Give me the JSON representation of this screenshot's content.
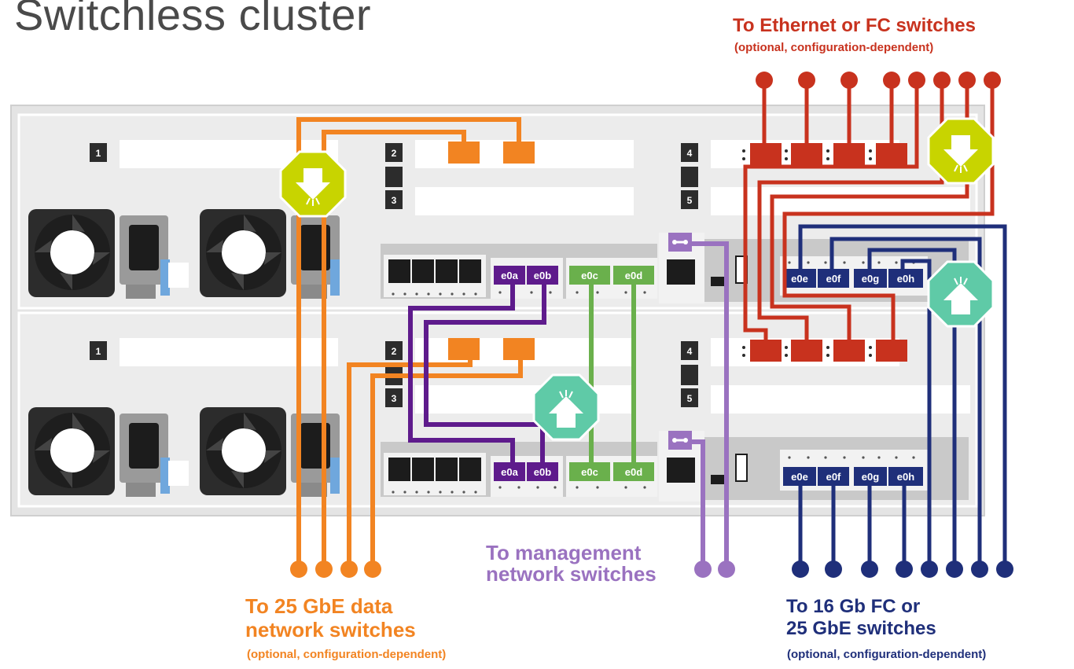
{
  "title": "Switchless cluster",
  "callouts": {
    "ethernet_fc": {
      "title": "To Ethernet or FC switches",
      "note": "(optional, configuration-dependent)"
    },
    "data_25gbe": {
      "title_line1": "To 25 GbE data",
      "title_line2": "network switches",
      "note": "(optional, configuration-dependent)"
    },
    "management": {
      "title_line1": "To management",
      "title_line2": "network switches"
    },
    "fc16_25gbe": {
      "title_line1": "To 16 Gb FC or",
      "title_line2": "25 GbE switches",
      "note": "(optional, configuration-dependent)"
    }
  },
  "slots": {
    "s1": "1",
    "s2": "2",
    "s3": "3",
    "s4": "4",
    "s5": "5"
  },
  "ports": {
    "e0a": "e0a",
    "e0b": "e0b",
    "e0c": "e0c",
    "e0d": "e0d",
    "e0e": "e0e",
    "e0f": "e0f",
    "e0g": "e0g",
    "e0h": "e0h"
  },
  "colors": {
    "ethernet_fc_cable": "#c8321e",
    "data_cable": "#f28422",
    "cluster_cable": "#5e1b8c",
    "ha_cable": "#6ab04c",
    "management_cable": "#9a72c0",
    "fc_cable": "#1f2f7a",
    "chassis": "#e4e4e4",
    "remove_indicator": "#c8d400",
    "insert_indicator": "#5fcaa7"
  },
  "icons": {
    "power_supply": "fan-icon",
    "power_socket": "power-socket-icon",
    "wrench": "wrench-icon",
    "remove_arrow": "arrow-down-octagon-icon",
    "insert_arrow": "arrow-up-octagon-icon"
  }
}
